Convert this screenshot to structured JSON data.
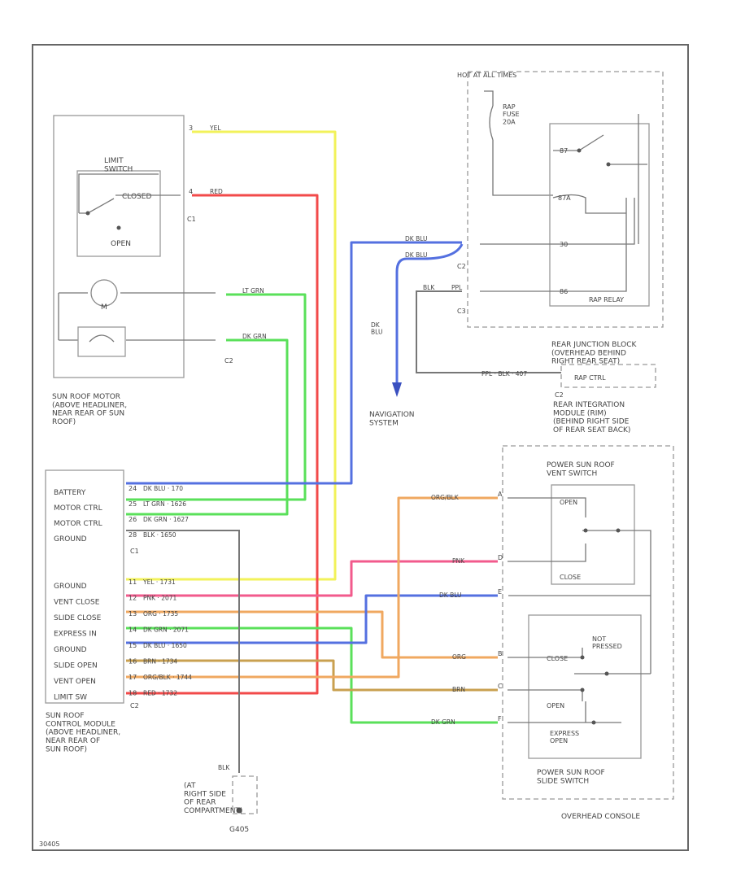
{
  "colors": {
    "yel": "#f2f25a",
    "red": "#f24a4a",
    "blue": "#5470e0",
    "green": "#5ae05a",
    "pink": "#f25a8c",
    "orange": "#f0a860",
    "brown": "#c9a050",
    "grey": "#888888",
    "frame": "#666666"
  },
  "motor": {
    "limit_switch": "LIMIT\nSWITCH",
    "closed": "CLOSED",
    "open": "OPEN",
    "m": "M",
    "c1": "C1",
    "c2": "C2",
    "pin_top": "3",
    "pin_mid": "4",
    "caption": "SUN ROOF MOTOR\n(ABOVE HEADLINER,\nNEAR REAR OF SUN\nROOF)",
    "w_yel": "YEL",
    "w_red": "RED",
    "w_lt_grn": "LT GRN",
    "w_dk_grn": "DK GRN"
  },
  "junction": {
    "hot_label": "HOT AT ALL TIMES",
    "fuse": "RAP\nFUSE\n20A",
    "c2": "C2",
    "c3": "C3",
    "pin_87": "87",
    "pin_87a": "87A",
    "pin_30": "30",
    "pin_86": "86",
    "w_dk_blu": "DK BLU",
    "w_dk_blu2": "DK BLU",
    "w_blk": "BLK",
    "w_ppl": "PPL",
    "relay_label": "RAP RELAY",
    "caption": "REAR JUNCTION BLOCK\n(OVERHEAD BEHIND\nRIGHT REAR SEAT)"
  },
  "rim": {
    "w_ppl_blk": "PPL · BLK · 407",
    "rap_ctrl": "RAP CTRL",
    "c2": "C2",
    "caption": "REAR INTEGRATION\nMODULE (RIM)\n(BEHIND RIGHT SIDE\nOF REAR SEAT BACK)"
  },
  "nav": {
    "dk_blu": "DK\nBLU",
    "caption": "NAVIGATION\nSYSTEM"
  },
  "module": {
    "rows_c1": [
      {
        "label": "BATTERY",
        "pin": "24",
        "wire": "DK BLU · 170"
      },
      {
        "label": "MOTOR CTRL",
        "pin": "25",
        "wire": "LT GRN · 1626"
      },
      {
        "label": "MOTOR CTRL",
        "pin": "26",
        "wire": "DK GRN · 1627"
      },
      {
        "label": "GROUND",
        "pin": "28",
        "wire": "BLK · 1650"
      }
    ],
    "rows_c2": [
      {
        "label": "GROUND",
        "pin": "11",
        "wire": "YEL · 1731"
      },
      {
        "label": "VENT CLOSE",
        "pin": "12",
        "wire": "PNK · 2071"
      },
      {
        "label": "SLIDE CLOSE",
        "pin": "13",
        "wire": "ORG · 1735"
      },
      {
        "label": "EXPRESS IN",
        "pin": "14",
        "wire": "DK GRN · 2071"
      },
      {
        "label": "GROUND",
        "pin": "15",
        "wire": "DK BLU · 1650"
      },
      {
        "label": "SLIDE OPEN",
        "pin": "16",
        "wire": "BRN · 1734"
      },
      {
        "label": "VENT OPEN",
        "pin": "17",
        "wire": "ORG/BLK · 1744"
      },
      {
        "label": "LIMIT SW",
        "pin": "18",
        "wire": "RED · 1732"
      }
    ],
    "c1": "C1",
    "c2": "C2",
    "caption": "SUN ROOF\nCONTROL MODULE\n(ABOVE HEADLINER,\nNEAR REAR OF\nSUN ROOF)"
  },
  "ground": {
    "blk": "BLK",
    "caption": "(AT\nRIGHT SIDE\nOF REAR\nCOMPARTMENT)",
    "id": "G405"
  },
  "switches": {
    "vent_title": "POWER SUN ROOF\nVENT SWITCH",
    "open": "OPEN",
    "close": "CLOSE",
    "not_pressed": "NOT\nPRESSED",
    "close2": "CLOSE",
    "open2": "OPEN",
    "express_open": "EXPRESS\nOPEN",
    "slide_title": "POWER SUN ROOF\nSLIDE SWITCH",
    "console": "OVERHEAD CONSOLE",
    "w_org_blk": "ORG/BLK",
    "w_pnk": "PNK",
    "w_dk_blu": "DK BLU",
    "w_org": "ORG",
    "w_brn": "BRN",
    "w_dk_grn": "DK GRN",
    "pins": [
      "A",
      "D",
      "E",
      "B",
      "C",
      "F"
    ]
  },
  "corner_id": "30405"
}
